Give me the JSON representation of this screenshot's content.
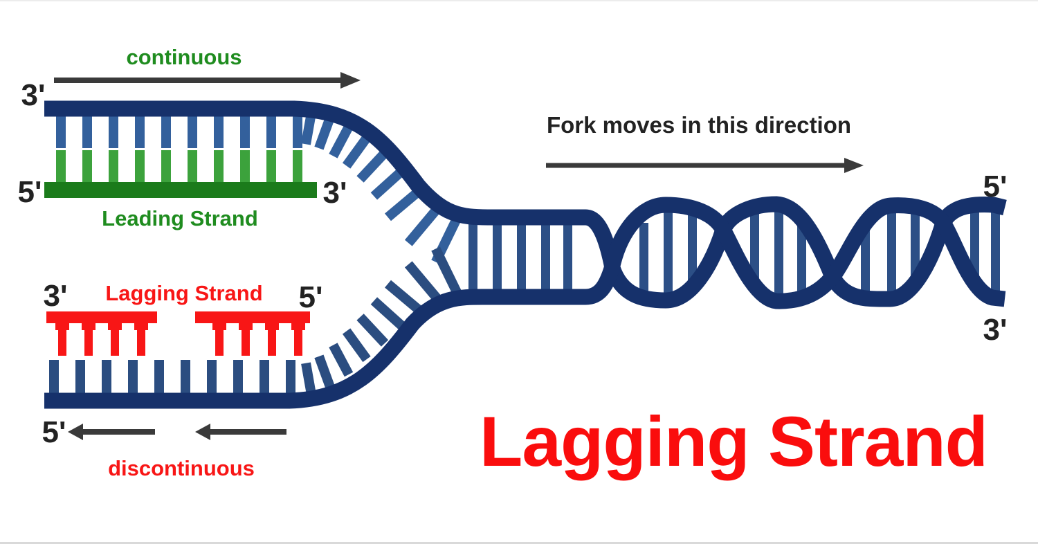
{
  "labels": {
    "continuous": "continuous",
    "leading_strand": "Leading Strand",
    "lagging_strand": "Lagging Strand",
    "discontinuous": "discontinuous",
    "fork_direction": "Fork moves in this direction",
    "main_title": "Lagging Strand"
  },
  "ends": {
    "template_top_left": "3'",
    "leading_left": "5'",
    "leading_right": "3'",
    "okazaki_left": "3'",
    "okazaki_right": "5'",
    "template_bottom_left": "5'",
    "helix_top_right": "5'",
    "helix_bottom_right": "3'"
  },
  "colors": {
    "navy": "#16316B",
    "blue_teeth": "#33609C",
    "lagging_teeth": "#2B4D80",
    "rung": "#2C4F86",
    "green_dark": "#1B7B1B",
    "green_light": "#3CA23C",
    "green_text": "#1F8C1F",
    "red": "#F81616",
    "red_title": "#FA0D0D",
    "arrow": "#3A3A3A",
    "black_text": "#222222"
  }
}
